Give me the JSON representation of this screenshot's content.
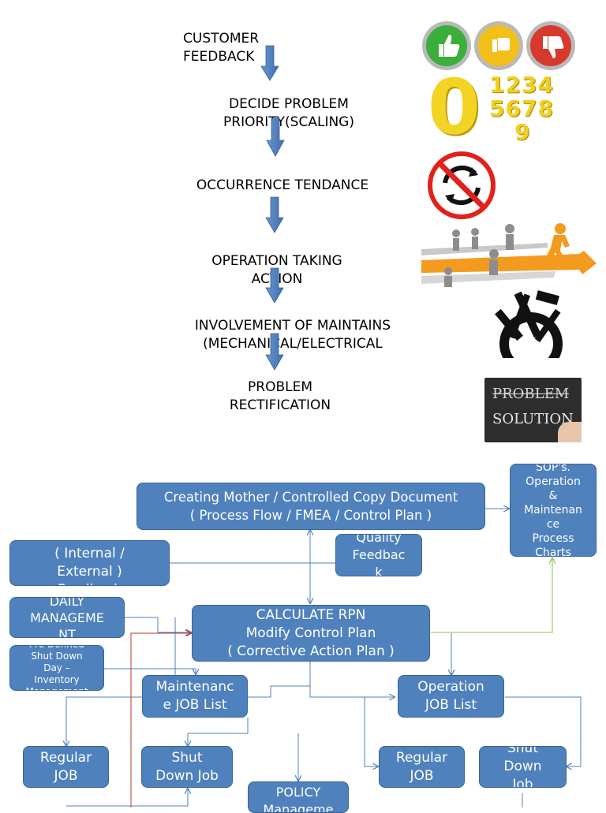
{
  "steps": {
    "s1": "CUSTOMER\nFEEDBACK",
    "s2": "DECIDE PROBLEM\nPRIORITY(SCALING)",
    "s3": "OCCURRENCE TENDANCE",
    "s4": "OPERATION TAKING\nACTION",
    "s5": "INVOLVEMENT OF MAINTAINS\n(MECHANICAL/ELECTRICAL",
    "s6": "PROBLEM\nRECTIFICATION"
  },
  "digits_image": {
    "rows": [
      "1234",
      "5678",
      "9"
    ],
    "big": "0"
  },
  "chalkboard": {
    "line1": "PROBLEM",
    "line2": "SOLUTION"
  },
  "boxes": {
    "mother_doc": "Creating Mother / Controlled Copy Document\n( Process Flow / FMEA / Control Plan )",
    "sops": "SOP's.\nOperation\n&\nMaintenan\nce\nProcess\nCharts",
    "customer": "Customer\n( Internal /\nExternal )\nFeedback",
    "quality": "Quality\nFeedbac\nk",
    "daily_mgmt": "DAILY\nMANAGEME\nNT",
    "rpn": "CALCULATE RPN\nModify Control Plan\n( Corrective Action Plan )",
    "predefined": "Pre Defined\nShut Down\nDay –\nInventory\nManagement",
    "maint_job": "Maintenanc\ne JOB List",
    "oper_job": "Operation\nJOB List",
    "regular1": "Regular\nJOB",
    "shutdown1": "Shut\nDown Job",
    "regular2": "Regular\nJOB",
    "shutdown2": "Shut\nDown\nJob",
    "policy": "POLICY\nManageme\nnt"
  },
  "colors": {
    "box_fill": "#4f81bd",
    "arrow": "#4f81bd",
    "red_line": "#c0392b",
    "green_line": "#8dc63f"
  }
}
